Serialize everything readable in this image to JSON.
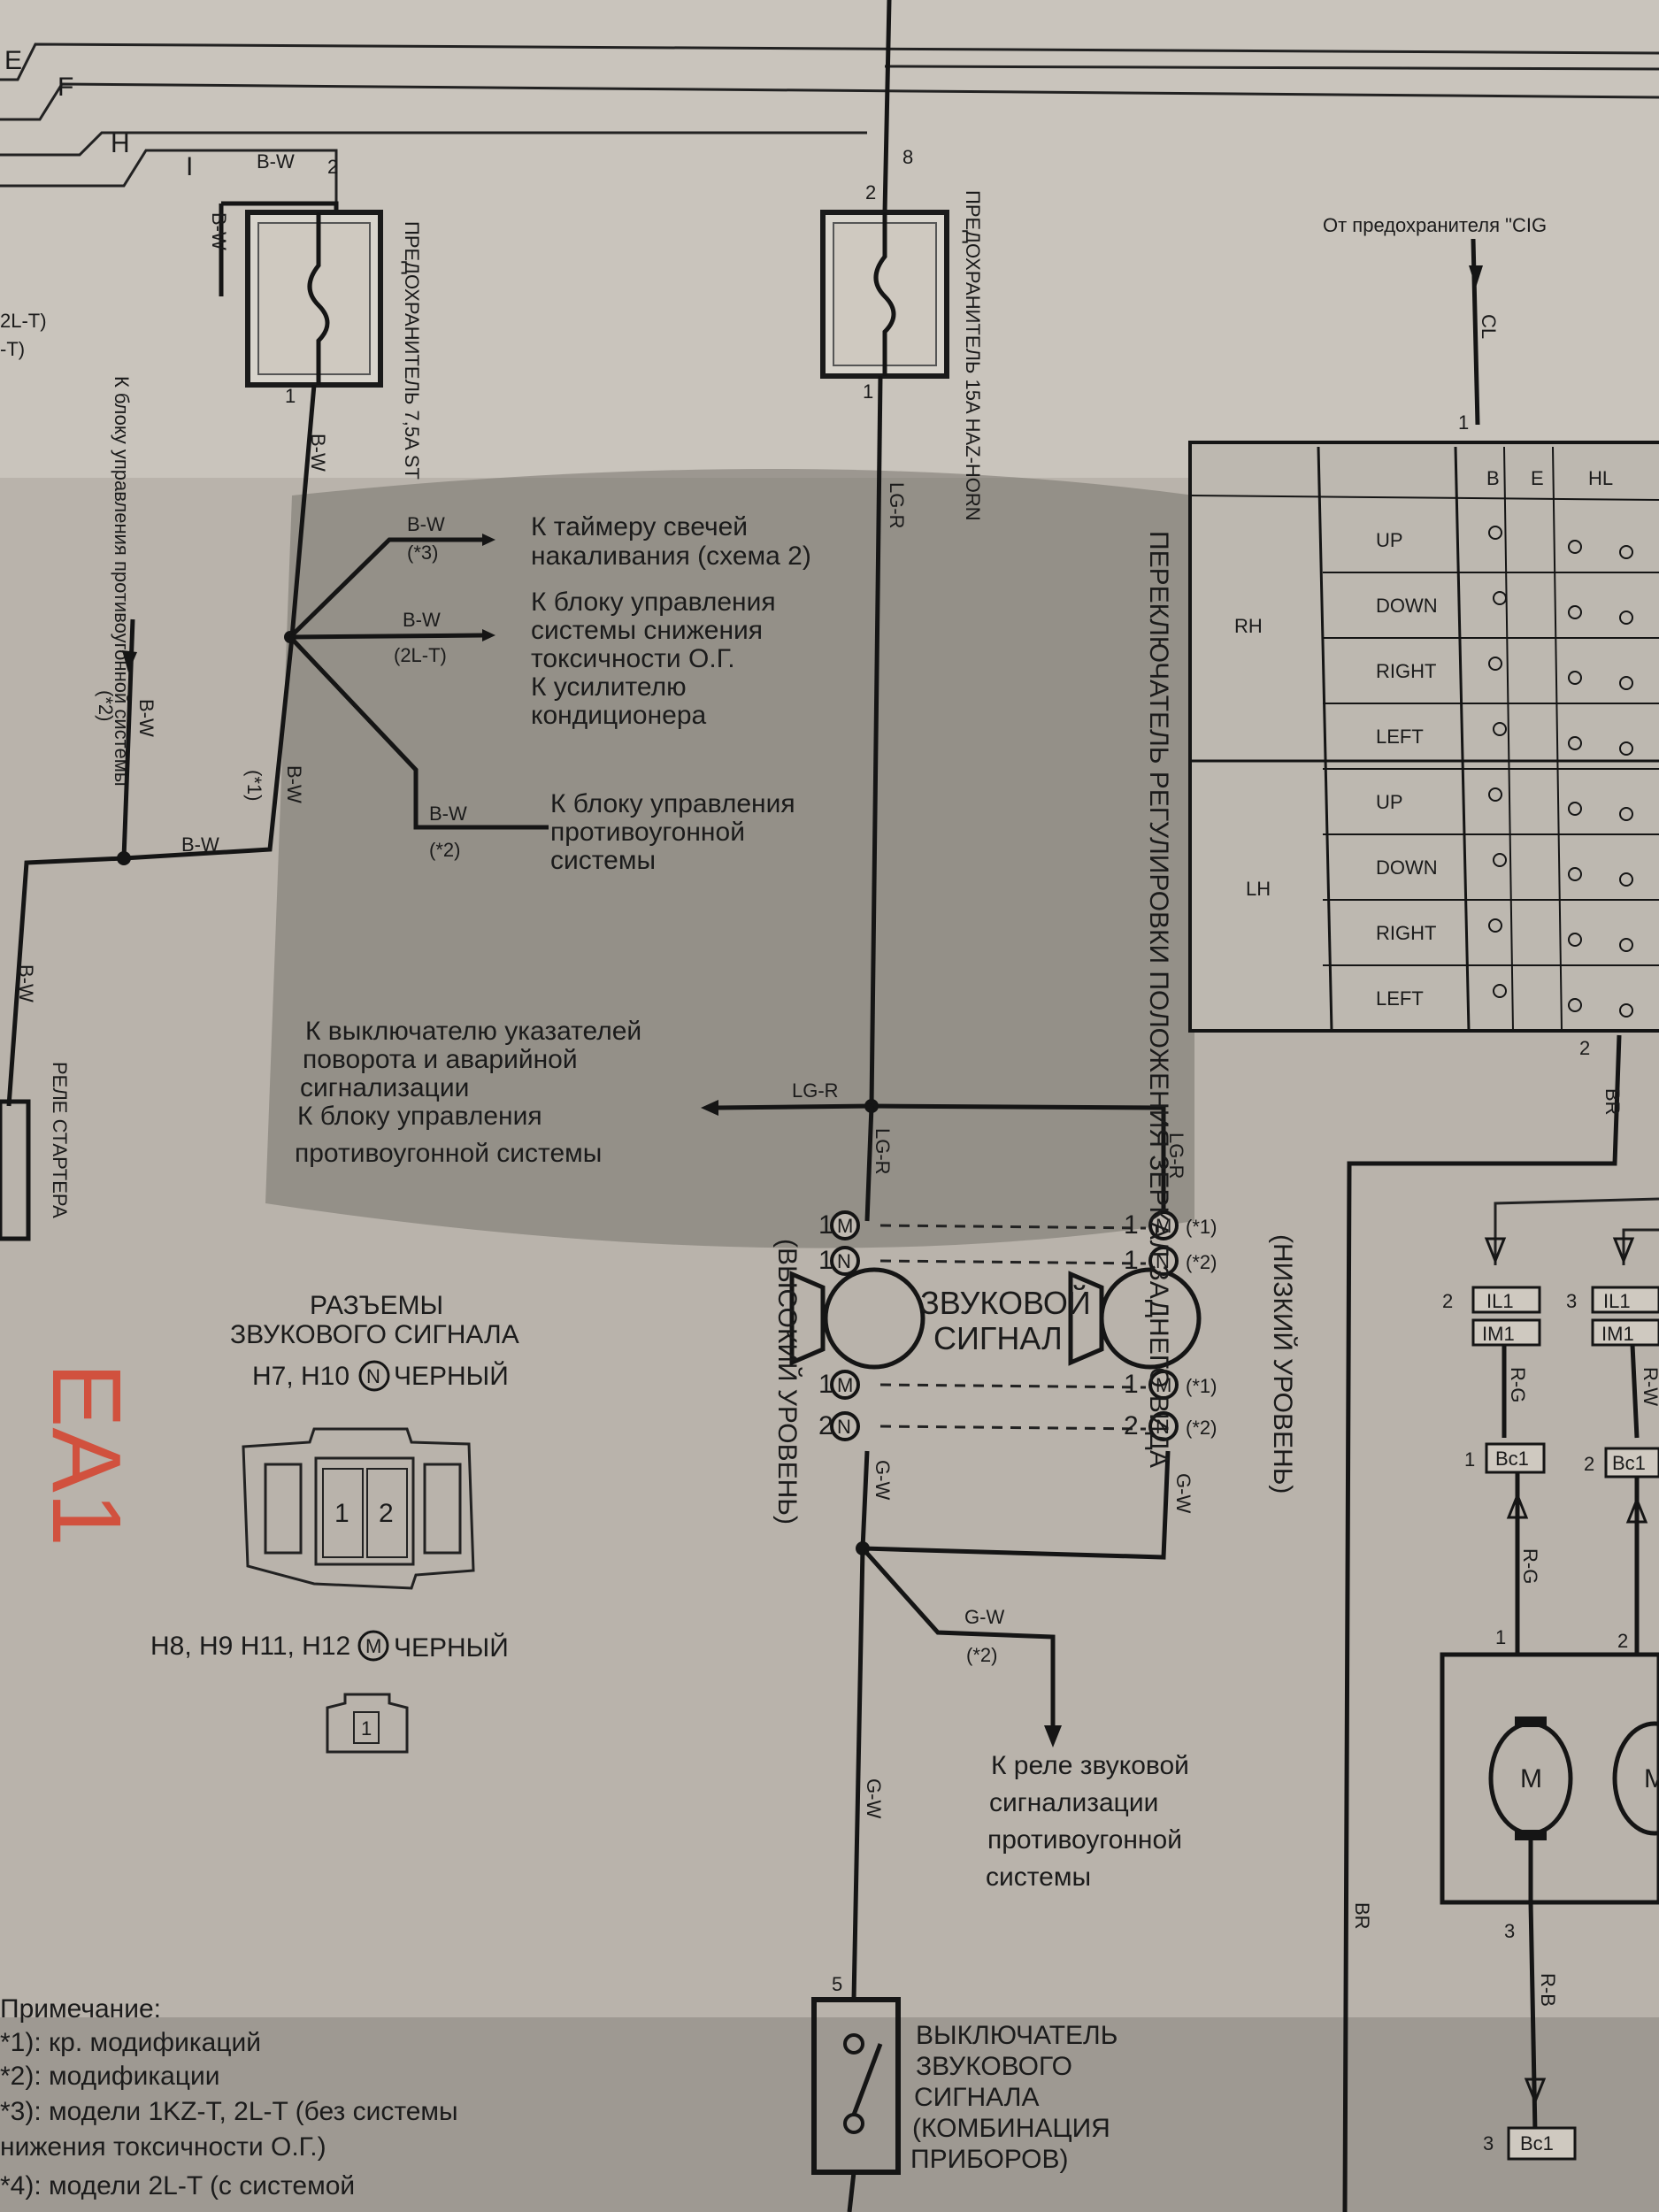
{
  "top_letters": [
    "E",
    "F",
    "H",
    "I"
  ],
  "fuse_left": {
    "label": "ПРЕДОХРАНИТЕЛЬ 7,5A ST",
    "pin_top": "2",
    "pin_bottom": "1",
    "wire_top": "B-W",
    "wire_down": "B-W",
    "wire_left": "B-W",
    "vertical_note": "К блоку управления противоугонной системы"
  },
  "fuse_center": {
    "label": "ПРЕДОХРАНИТЕЛЬ 15A HAZ-HORN",
    "pin_top": "2",
    "pin_bottom": "1",
    "wire_top": "8",
    "wire_down": "LG-R"
  },
  "left_edge_labels": [
    "2L-T)",
    "-T)"
  ],
  "branches": [
    {
      "wire": "B-W",
      "note": "(*3)",
      "text": [
        "К таймеру свечей",
        "накаливания (схема 2)"
      ]
    },
    {
      "wire": "B-W",
      "note": "(2L-T)",
      "text": [
        "К блоку управления",
        "системы снижения",
        "токсичности О.Г.",
        "К усилителю",
        "кондиционера"
      ]
    },
    {
      "wire": "B-W",
      "note": "(*2)",
      "text": [
        "К блоку управления",
        "противоугонной",
        "системы"
      ]
    }
  ],
  "left_bus": {
    "wire_a": "B-W",
    "note_a": "(*2)",
    "wire_b": "B-W",
    "note_b": "(*1)",
    "bottom_wire": "B-W",
    "main_wire": "B-W"
  },
  "starter_relay": "РЕЛЕ СТАРТЕРА",
  "lgr_branch": {
    "wire": "LG-R",
    "text": [
      "К выключателю указателей",
      "поворота и аварийной",
      "сигнализации",
      "К блоку управления",
      "противоугонной системы"
    ]
  },
  "horn": {
    "title": [
      "ЗВУКОВОЙ",
      "СИГНАЛ"
    ],
    "high": "(ВЫСОКИЙ УРОВЕНЬ)",
    "low": "(НИЗКИЙ УРОВЕНЬ)",
    "wire_in_left": "LG-R",
    "wire_in_right": "LG-R",
    "wire_out_left": "G-W",
    "wire_out_right": "G-W",
    "pins_left": [
      "1",
      "1",
      "1",
      "2"
    ],
    "pins_right": [
      "1",
      "1",
      "1",
      "2"
    ],
    "tags": [
      "M",
      "N",
      "M",
      "N"
    ],
    "notes": [
      "(*1)",
      "(*2)",
      "(*1)",
      "(*2)"
    ]
  },
  "horn_relay": {
    "wire": "G-W",
    "note": "(*2)",
    "text": [
      "К реле звуковой",
      "сигнализации",
      "противоугонной",
      "системы"
    ]
  },
  "main_down_wire": "G-W",
  "horn_switch": {
    "pin": "5",
    "text": [
      "ВЫКЛЮЧАТЕЛЬ",
      "ЗВУКОВОГО",
      "СИГНАЛА",
      "(КОМБИНАЦИЯ",
      "ПРИБОРОВ)"
    ]
  },
  "connectors": {
    "title": [
      "РАЗЪЕМЫ",
      "ЗВУКОВОГО СИГНАЛА"
    ],
    "row1": {
      "codes": "H7, H10",
      "tag": "N",
      "color": "ЧЕРНЫЙ"
    },
    "row2": {
      "codes": "H8, H9 H11, H12",
      "tag": "M",
      "color": "ЧЕРНЫЙ"
    },
    "pins": [
      "1",
      "2"
    ],
    "single_pin": "1"
  },
  "handwriting": "EA1",
  "notes": {
    "heading": "Примечание:",
    "lines": [
      "*1): кр. модификаций",
      "*2): модификации",
      "*3): модели 1KZ-T, 2L-T (без системы",
      "нижения токсичности О.Г.)",
      "*4): модели 2L-T (с системой"
    ]
  },
  "mirror": {
    "source": "От предохранителя \"CIG",
    "source_wire": "CL",
    "pin_top": "1",
    "vertical_title": "ПЕРЕКЛЮЧАТЕЛЬ РЕГУЛИРОВКИ ПОЛОЖЕНИЯ ЗЕРКАЛ ЗАДНЕГО ВИДА",
    "columns": [
      "B",
      "E",
      "HL"
    ],
    "groups": [
      {
        "name": "RH",
        "rows": [
          "UP",
          "DOWN",
          "RIGHT",
          "LEFT"
        ]
      },
      {
        "name": "LH",
        "rows": [
          "UP",
          "DOWN",
          "RIGHT",
          "LEFT"
        ]
      }
    ],
    "pin_2": "2",
    "wire_br": "BR",
    "wire_br_low": "BR",
    "conn_top": [
      "2",
      "IL1",
      "3",
      "IL1"
    ],
    "conn_mid": [
      "IM1",
      "IM1"
    ],
    "wire_rg": "R-G",
    "wire_rw": "R-W",
    "bc_a": [
      "1",
      "Bc1"
    ],
    "bc_b": [
      "2",
      "Bc1"
    ],
    "wire_rg2": "R-G",
    "motor_pins": [
      "1",
      "2"
    ],
    "motor": "M",
    "pin_3": "3",
    "wire_rb": "R-B",
    "bc_c": [
      "3",
      "Bc1"
    ]
  }
}
